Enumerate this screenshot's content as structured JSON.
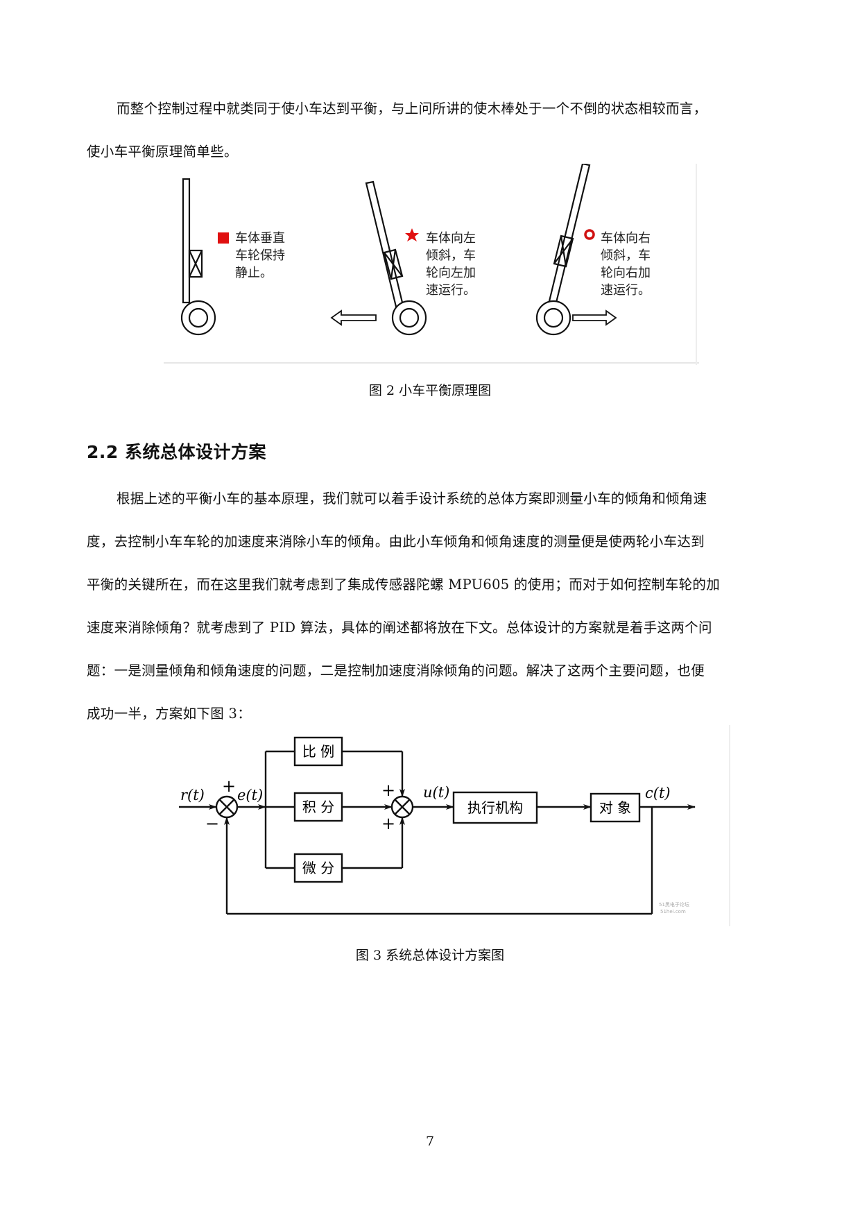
{
  "intro": {
    "lines": [
      "而整个控制过程中就类同于使小车达到平衡，与上问所讲的使木棒处于一个不倒的状态相较而言，",
      "使小车平衡原理简单些。"
    ]
  },
  "figure2": {
    "states": [
      {
        "marker": "red-square",
        "marker_color": "#e01010",
        "lines": [
          "车体垂直",
          "车轮保持",
          "静止。"
        ]
      },
      {
        "marker": "red-star",
        "marker_color": "#e01010",
        "lines": [
          "车体向左",
          "倾斜，车",
          "轮向左加",
          "速运行。"
        ]
      },
      {
        "marker": "red-ring",
        "marker_color": "#d01010",
        "lines": [
          "车体向右",
          "倾斜，车",
          "轮向右加",
          "速运行。"
        ]
      }
    ],
    "caption": "图 2 小车平衡原理图"
  },
  "section": {
    "heading": "2.2 系统总体设计方案",
    "lines": [
      "根据上述的平衡小车的基本原理，我们就可以着手设计系统的总体方案即测量小车的倾角和倾角速",
      "度，去控制小车车轮的加速度来消除小车的倾角。由此小车倾角和倾角速度的测量便是使两轮小车达到",
      "平衡的关键所在，而在这里我们就考虑到了集成传感器陀螺 MPU605 的使用；而对于如何控制车轮的加",
      "速度来消除倾角？就考虑到了 PID 算法，具体的阐述都将放在下文。总体设计的方案就是着手这两个问",
      "题：一是测量倾角和倾角速度的问题，二是控制加速度消除倾角的问题。解决了这两个主要问题，也便",
      "成功一半，方案如下图 3："
    ]
  },
  "figure3": {
    "signals": {
      "r": "r(t)",
      "e": "e(t)",
      "u": "u(t)",
      "c": "c(t)"
    },
    "signs": {
      "sum1_top": "+",
      "sum1_bottom": "−",
      "sum2_top": "+",
      "sum2_bottom": "+"
    },
    "blocks": {
      "p": "比 例",
      "i": "积 分",
      "d": "微 分",
      "actuator": "执行机构",
      "plant": "对 象"
    },
    "watermark": [
      "51黑电子论坛",
      "51hei.com"
    ],
    "caption": "图 3 系统总体设计方案图"
  },
  "footer": {
    "page_number": "7"
  }
}
